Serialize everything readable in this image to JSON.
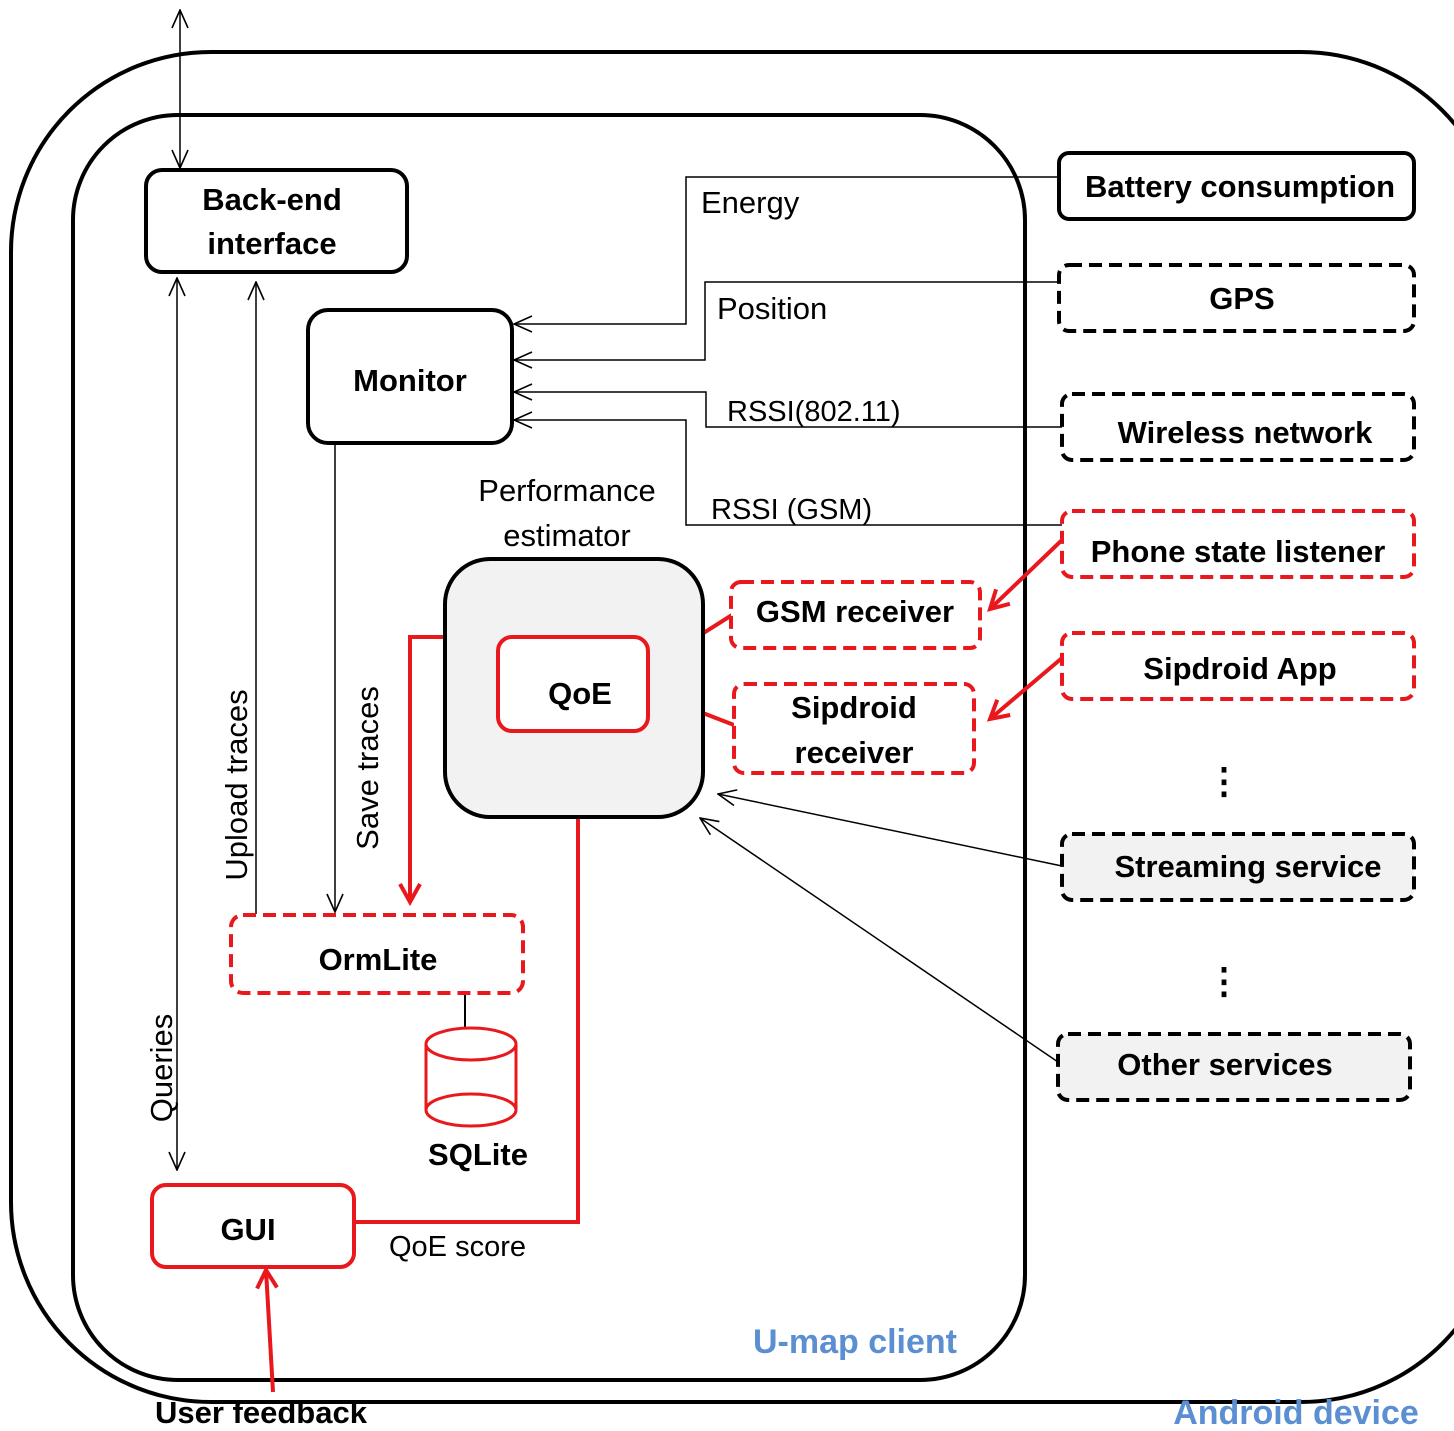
{
  "colors": {
    "black": "#000000",
    "red": "#e8181d",
    "grey_fill": "#f2f2f2",
    "blue_label": "#5b8fd1"
  },
  "containers": {
    "android_device": "Android device",
    "umap_client": "U-map client"
  },
  "components": {
    "backend": [
      "Back-end",
      "interface"
    ],
    "monitor": "Monitor",
    "performance_estimator": [
      "Performance",
      "estimator"
    ],
    "qoe": "QoE",
    "gsm_receiver": "GSM receiver",
    "sipdroid_receiver": [
      "Sipdroid",
      "receiver"
    ],
    "ormlite": "OrmLite",
    "sqlite": "SQLite",
    "gui": "GUI"
  },
  "sources": {
    "battery": "Battery consumption",
    "gps": "GPS",
    "wireless": "Wireless network",
    "phone_state": "Phone state listener",
    "sipdroid_app": "Sipdroid App",
    "streaming": "Streaming service",
    "other": "Other services",
    "ellipsis_1": "⋮",
    "ellipsis_2": "⋮"
  },
  "edge_labels": {
    "energy": "Energy",
    "position": "Position",
    "rssi_wifi": "RSSI(802.11)",
    "rssi_gsm": "RSSI (GSM)",
    "upload_traces": "Upload traces",
    "save_traces": "Save traces",
    "queries": "Queries",
    "qoe_score": "QoE score",
    "user_feedback": "User feedback"
  }
}
